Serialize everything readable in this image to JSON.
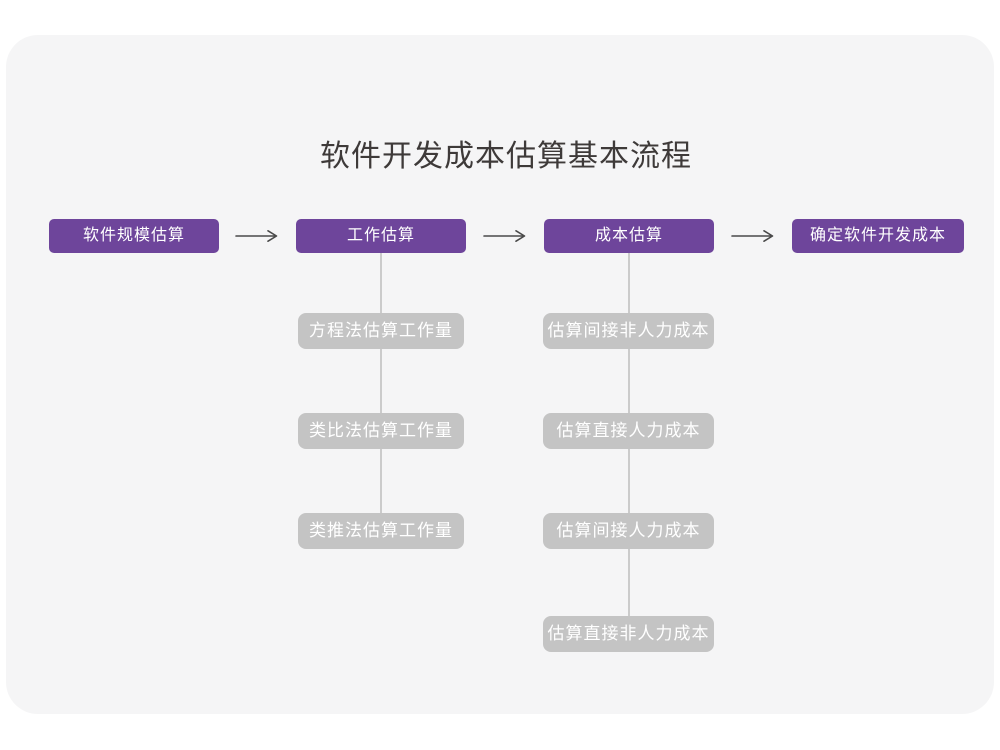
{
  "title": "软件开发成本估算基本流程",
  "flow": {
    "main_nodes": [
      {
        "label": "软件规模估算"
      },
      {
        "label": "工作估算"
      },
      {
        "label": "成本估算"
      },
      {
        "label": "确定软件开发成本"
      }
    ],
    "work_estimation_methods": [
      {
        "label": "方程法估算工作量"
      },
      {
        "label": "类比法估算工作量"
      },
      {
        "label": "类推法估算工作量"
      }
    ],
    "cost_estimation_steps": [
      {
        "label": "估算间接非人力成本"
      },
      {
        "label": "估算直接人力成本"
      },
      {
        "label": "估算间接人力成本"
      },
      {
        "label": "估算直接非人力成本"
      }
    ]
  },
  "colors": {
    "primary_node": "#6e459b",
    "secondary_node": "#c4c4c4",
    "node_text": "#ffffff",
    "connector_line": "#cbcbcb",
    "arrow": "#4a4a4a",
    "canvas_background": "#f5f5f6",
    "title_text": "#3e3a39"
  }
}
